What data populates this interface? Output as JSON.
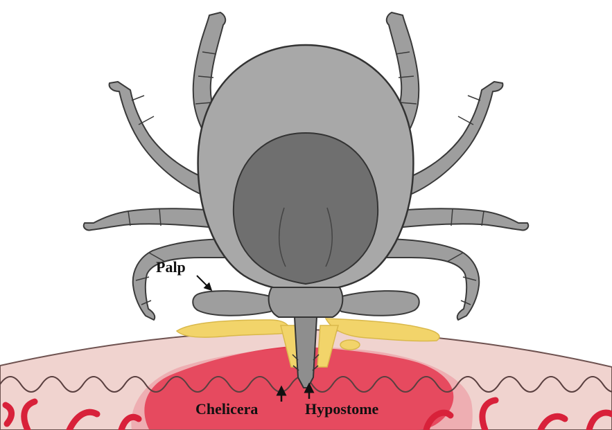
{
  "labels": {
    "palp": "Palp",
    "chelicera": "Chelicera",
    "hypostome": "Hypostome"
  },
  "colors": {
    "background": "#ffffff",
    "tick_body": "#a4a4a4",
    "tick_body_outline": "#3a3a3a",
    "scutum": "#6f6f6f",
    "leg": "#9e9e9e",
    "skin": "#f0d0cc",
    "skin_outline": "#7a5a58",
    "blood": "#e0304a",
    "vessel": "#d8213a",
    "secretion": "#f2d46a",
    "label_text": "#111111"
  }
}
